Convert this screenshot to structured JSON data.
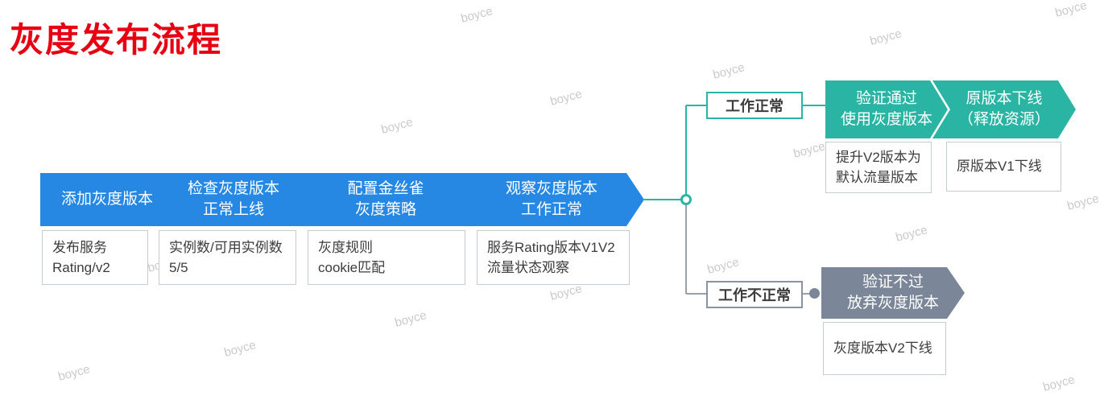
{
  "title": "灰度发布流程",
  "watermark": "boyce",
  "colors": {
    "title_red": "#e60012",
    "step_blue": "#2688e3",
    "success_teal": "#2ab4a3",
    "failure_gray": "#7b8698",
    "detail_border": "#c3ced2"
  },
  "main_flow": [
    {
      "label_lines": [
        "添加灰度版本"
      ],
      "detail_lines": [
        "发布服务",
        "Rating/v2"
      ]
    },
    {
      "label_lines": [
        "检查灰度版本",
        "正常上线"
      ],
      "detail_lines": [
        "实例数/可用实例数",
        "5/5"
      ]
    },
    {
      "label_lines": [
        "配置金丝雀",
        "灰度策略"
      ],
      "detail_lines": [
        "灰度规则",
        "cookie匹配"
      ]
    },
    {
      "label_lines": [
        "观察灰度版本",
        "工作正常"
      ],
      "detail_lines": [
        "服务Rating版本V1V2",
        "流量状态观察"
      ]
    }
  ],
  "success_branch": {
    "condition": "工作正常",
    "steps": [
      {
        "label_lines": [
          "验证通过",
          "使用灰度版本"
        ],
        "detail_lines": [
          "提升V2版本为",
          "默认流量版本"
        ]
      },
      {
        "label_lines": [
          "原版本下线",
          "（释放资源）"
        ],
        "detail_lines": [
          "原版本V1下线"
        ]
      }
    ]
  },
  "failure_branch": {
    "condition": "工作不正常",
    "steps": [
      {
        "label_lines": [
          "验证不过",
          "放弃灰度版本"
        ],
        "detail_lines": [
          "灰度版本V2下线"
        ]
      }
    ]
  }
}
